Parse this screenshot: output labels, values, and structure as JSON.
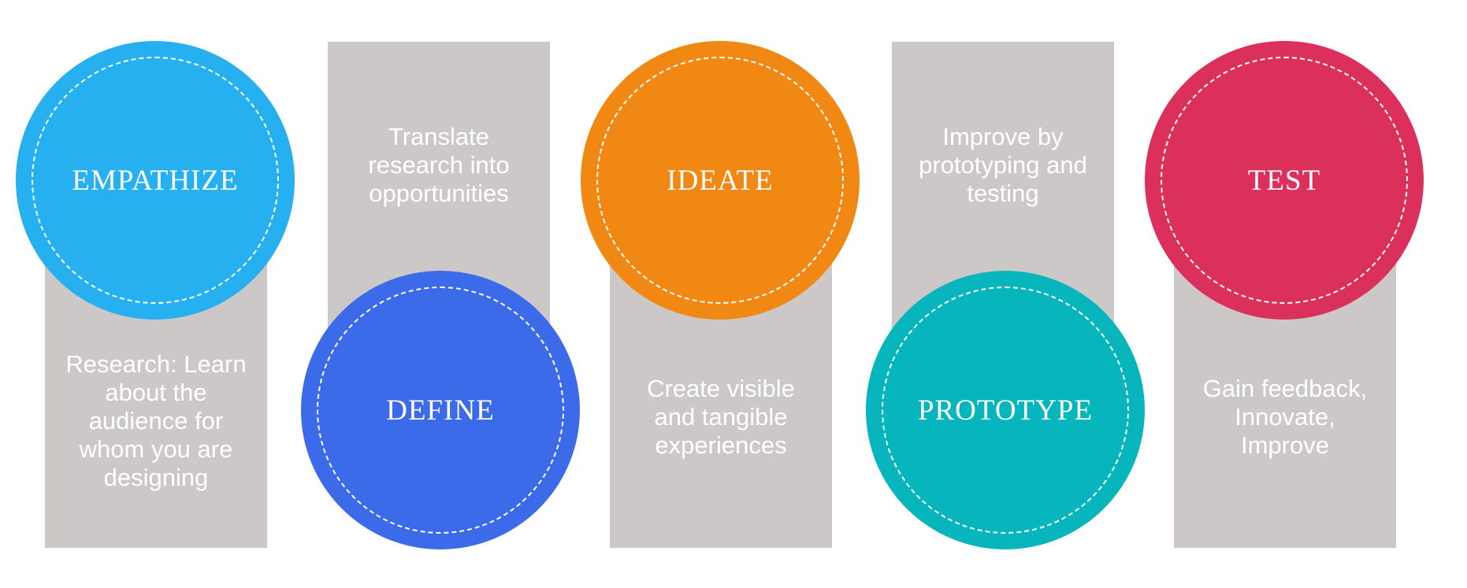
{
  "stages": [
    {
      "name": "EMPATHIZE",
      "color": "#27b0f0",
      "description": "Research: Learn\nabout the\naudience for\nwhom you  are\ndesigning"
    },
    {
      "name": "DEFINE",
      "color": "#3b6be8",
      "description": "Translate\nresearch into\nopportunities"
    },
    {
      "name": "IDEATE",
      "color": "#f08813",
      "description": "Create visible\nand tangible\nexperiences"
    },
    {
      "name": "PROTOTYPE",
      "color": "#07b6bd",
      "description": "Improve by\nprototyping and\ntesting"
    },
    {
      "name": "TEST",
      "color": "#dc305c",
      "description": "Gain feedback,\nInnovate,\nImprove"
    }
  ],
  "panel_color": "#cbc8c7"
}
